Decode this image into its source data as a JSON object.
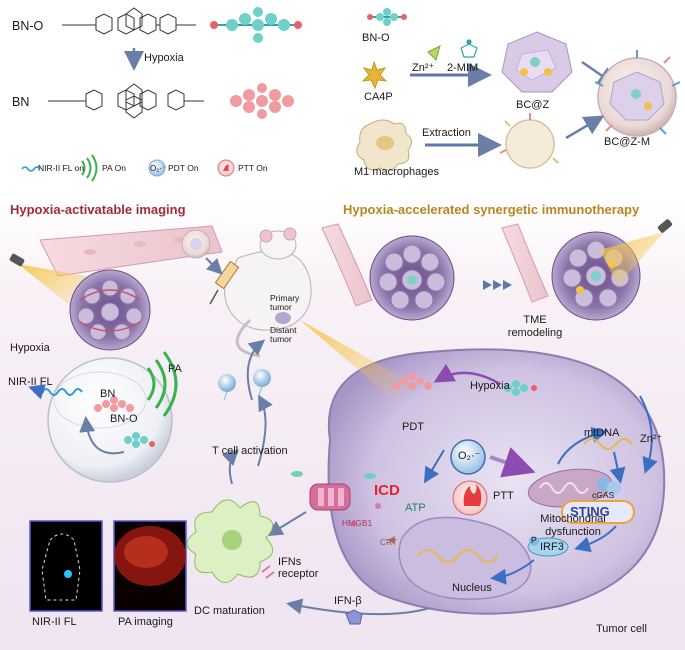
{
  "synthesis": {
    "bno_label": "BN-O",
    "hypoxia_arrow_label": "Hypoxia",
    "bn_label": "BN",
    "component_bno": "BN-O",
    "component_ca4p": "CA4P",
    "zn_label": "Zn²⁺",
    "mim_label": "2-MIM",
    "bcz_label": "BC@Z",
    "extraction_label": "Extraction",
    "m1_label": "M1 macrophages",
    "bczm_label": "BC@Z-M"
  },
  "legend": [
    {
      "icon": "nir-ii-fl-icon",
      "label": "NIR-II FL on"
    },
    {
      "icon": "pa-icon",
      "label": "PA On"
    },
    {
      "icon": "pdt-icon",
      "glyph": "O₂·⁻",
      "label": "PDT On"
    },
    {
      "icon": "ptt-icon",
      "label": "PTT On"
    }
  ],
  "imaging": {
    "heading": "Hypoxia-activatable imaging",
    "hypoxia_label": "Hypoxia",
    "nir_label": "NIR-II FL",
    "pa_label": "PA",
    "bn_label": "BN",
    "bno_label": "BN-O",
    "nir_image_label": "NIR-II FL",
    "pa_image_label": "PA imaging",
    "primary_tumor_label": "Primary tumor",
    "distant_tumor_label": "Distant tumor"
  },
  "therapy": {
    "heading": "Hypoxia-accelerated synergetic immunotherapy",
    "tme_label": "TME remodeling",
    "hypoxia_label": "Hypoxia",
    "pdt_label": "PDT",
    "o2_label": "O₂·⁻",
    "ptt_label": "PTT",
    "icd_label": "ICD",
    "atp_label": "ATP",
    "hmgb1_label": "HMGB1",
    "crt_label": "CRT",
    "mito_label": "Mitochondrial dysfunction",
    "mtdna_label": "mtDNA",
    "zn_label": "Zn²⁺",
    "cgas_label": "cGAS",
    "sting_label": "STING",
    "p_label": "P",
    "irf3_label": "IRF3",
    "nucleus_label": "Nucleus",
    "tumor_cell_label": "Tumor cell",
    "t_cell_label": "T cell activation",
    "ifn_receptor_label": "IFNs receptor",
    "dc_label": "DC maturation",
    "ifnb_label": "IFN-β"
  },
  "colors": {
    "head_red": "#a32a36",
    "head_gold": "#b8861c",
    "icd_red": "#e0262b",
    "sting_blue": "#3a3f9a",
    "arrow_blue": "#6a7fa8",
    "molecule_teal": "#2ba6a6",
    "molecule_red": "#e8606a"
  }
}
